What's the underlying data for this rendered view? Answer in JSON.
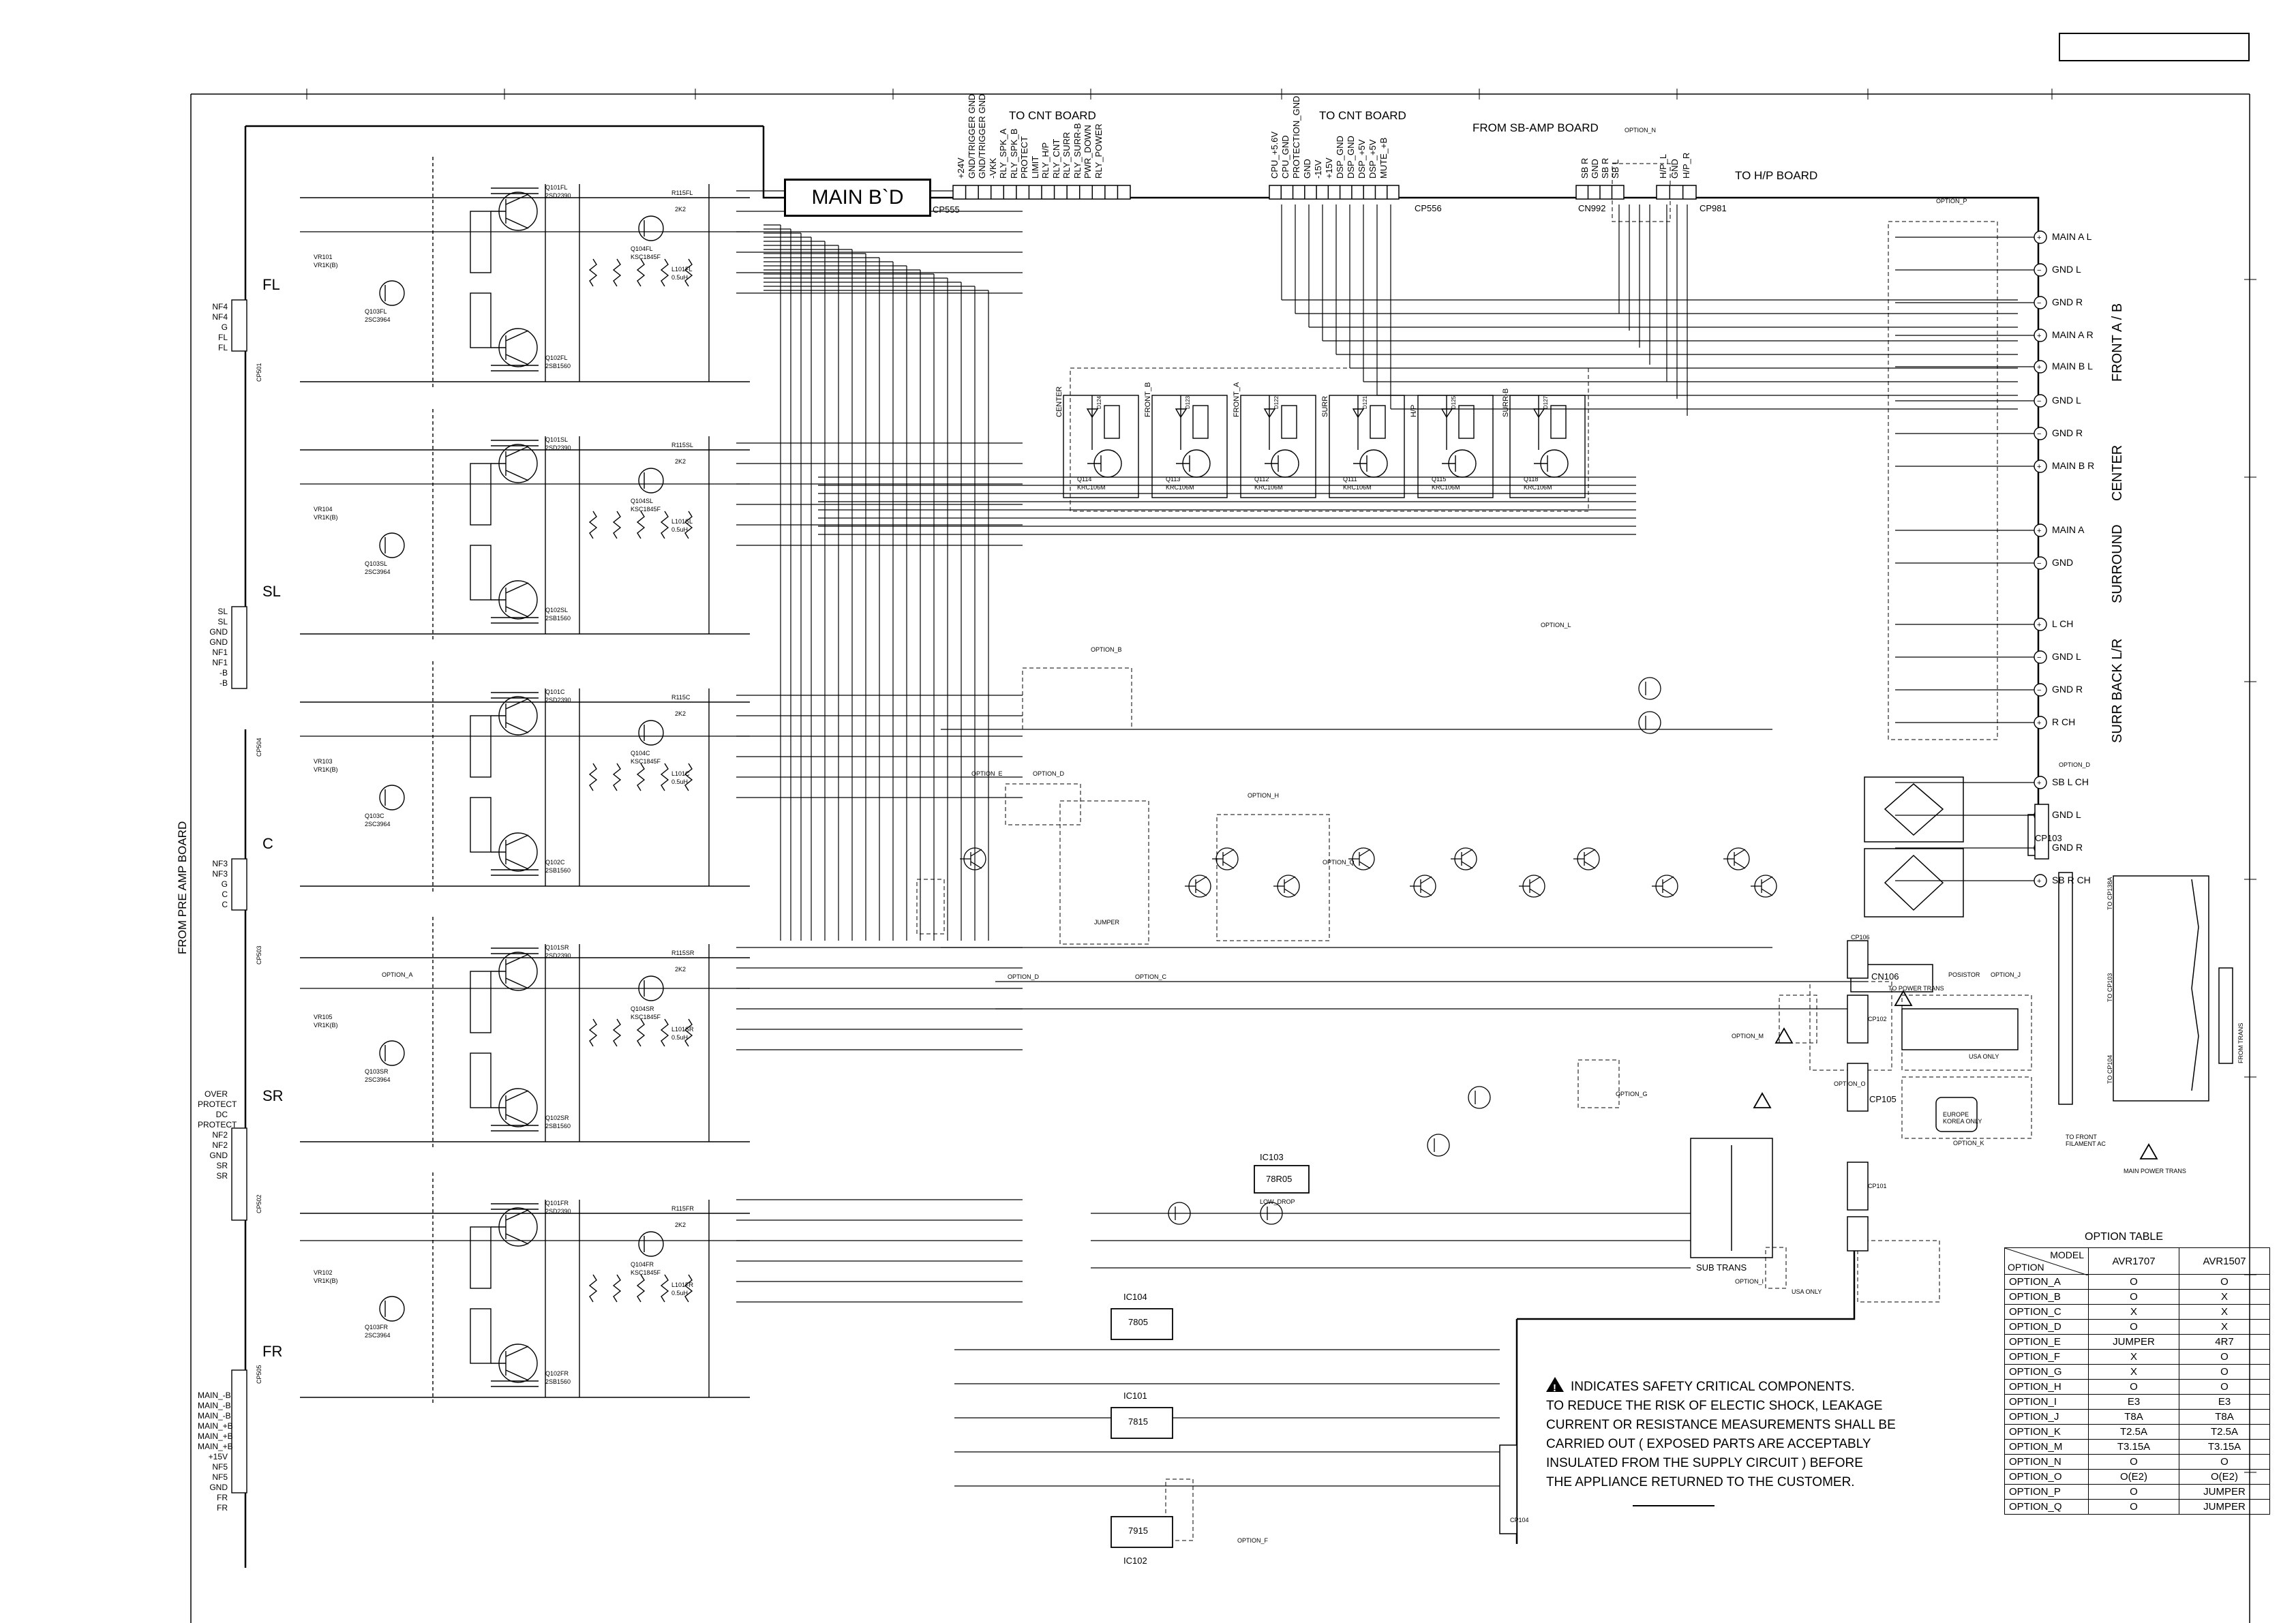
{
  "title_box": "",
  "main_board": "MAIN B`D",
  "side_label": "FROM PRE AMP BOARD",
  "top_labels": {
    "cnt_board_1": "TO CNT BOARD",
    "cnt_board_2": "TO CNT BOARD",
    "sb_amp": "FROM SB-AMP BOARD",
    "hp_board": "TO H/P BOARD",
    "option_n": "OPTION_N",
    "option_p": "OPTION_P"
  },
  "cp555_pins": [
    "+24V",
    "GND/TRIGGER GND",
    "GND/TRIGGER GND",
    "-VKK",
    "RLY_SPK_A",
    "RLY_SPK_B",
    "PROTECT",
    "LIMIT",
    "RLY_H/P",
    "RLY_CNT",
    "RLY_SURR",
    "RLY_SURR-B",
    "PWR_DOWN",
    "RLY_POWER"
  ],
  "cp556_pins": [
    "CPU_+5.6V",
    "CPU_GND",
    "PROTECTION_GND",
    "GND",
    "-15V",
    "+15V",
    "DSP_GND",
    "DSP_GND",
    "DSP_+5V",
    "DSP_+5V",
    "MUTE_+B"
  ],
  "cn992_pins": [
    "SB R",
    "GND",
    "SB R",
    "SB L"
  ],
  "cp981_pins": [
    "H/P_L",
    "GND",
    "H/P_R"
  ],
  "connectors": {
    "cp555": "CP555",
    "cp556": "CP556",
    "cn992": "CN992",
    "cp981": "CP981",
    "cp501": "CP501",
    "cp504": "CP504",
    "cp503": "CP503",
    "cp502": "CP502",
    "cp505": "CP505",
    "cp103": "CP103",
    "cp105": "CP105",
    "cp106": "CP106",
    "cp102": "CP102",
    "cp101": "CP101",
    "cp104": "CP104",
    "cn106": "CN106"
  },
  "left_pins": {
    "fl": [
      "NF4",
      "NF4",
      "G",
      "FL",
      "FL"
    ],
    "sl": [
      "SL",
      "SL",
      "GND",
      "GND",
      "NF1",
      "NF1",
      "-B",
      "-B"
    ],
    "c": [
      "NF3",
      "NF3",
      "G",
      "C",
      "C"
    ],
    "sr": [
      "OVER",
      "PROTECT",
      "DC",
      "PROTECT",
      "NF2",
      "NF2",
      "GND",
      "SR",
      "SR"
    ],
    "fr": [
      "MAIN_-B",
      "MAIN_-B",
      "MAIN_-B",
      "MAIN_+B",
      "MAIN_+B",
      "MAIN_+B",
      "+15V",
      "NF5",
      "NF5",
      "GND",
      "FR",
      "FR"
    ]
  },
  "channels": [
    {
      "name": "FL",
      "q_top": "Q101FL",
      "q_top_part": "2SD2390",
      "q_bot": "Q102FL",
      "q_bot_part": "2SB1560",
      "q_drv": "Q103FL",
      "q_drv_part": "2SC3964",
      "q_out": "Q104FL",
      "q_out_part": "KSC1845F",
      "r_out": "R115FL",
      "r_out_val": "2K2",
      "l_out": "L101FL",
      "l_val": "0.5uH",
      "vr": "VR101",
      "vr_val": "VR1K(B)"
    },
    {
      "name": "SL",
      "q_top": "Q101SL",
      "q_top_part": "2SD2390",
      "q_bot": "Q102SL",
      "q_bot_part": "2SB1560",
      "q_drv": "Q103SL",
      "q_drv_part": "2SC3964",
      "q_out": "Q104SL",
      "q_out_part": "KSC1845F",
      "r_out": "R115SL",
      "r_out_val": "2K2",
      "l_out": "L101SL",
      "l_val": "0.5uH",
      "vr": "VR104",
      "vr_val": "VR1K(B)"
    },
    {
      "name": "C",
      "q_top": "Q101C",
      "q_top_part": "2SD2390",
      "q_bot": "Q102C",
      "q_bot_part": "2SB1560",
      "q_drv": "Q103C",
      "q_drv_part": "2SC3964",
      "q_out": "Q104C",
      "q_out_part": "KSC1845F",
      "r_out": "R115C",
      "r_out_val": "2K2",
      "l_out": "L101C",
      "l_val": "0.5uH",
      "vr": "VR103",
      "vr_val": "VR1K(B)"
    },
    {
      "name": "SR",
      "q_top": "Q101SR",
      "q_top_part": "2SD2390",
      "q_bot": "Q102SR",
      "q_bot_part": "2SB1560",
      "q_drv": "Q103SR",
      "q_drv_part": "2SC3964",
      "q_out": "Q104SR",
      "q_out_part": "KSC1845F",
      "r_out": "R115SR",
      "r_out_val": "2K2",
      "l_out": "L101SR",
      "l_val": "0.5uH",
      "vr": "VR105",
      "vr_val": "VR1K(B)"
    },
    {
      "name": "FR",
      "q_top": "Q101FR",
      "q_top_part": "2SD2390",
      "q_bot": "Q102FR",
      "q_bot_part": "2SB1560",
      "q_drv": "Q103FR",
      "q_drv_part": "2SC3964",
      "q_out": "Q104FR",
      "q_out_part": "KSC1845F",
      "r_out": "R115FR",
      "r_out_val": "2K2",
      "l_out": "L101FR",
      "l_val": "0.5uH",
      "vr": "VR102",
      "vr_val": "VR1K(B)"
    }
  ],
  "relays": [
    {
      "name": "CENTER",
      "q": "Q114",
      "part": "KRC106M",
      "d": "D124"
    },
    {
      "name": "FRONT_B",
      "q": "Q113",
      "part": "KRC106M",
      "d": "D123"
    },
    {
      "name": "FRONT_A",
      "q": "Q112",
      "part": "KRC106M",
      "d": "D122"
    },
    {
      "name": "SURR",
      "q": "Q111",
      "part": "KRC106M",
      "d": "D121"
    },
    {
      "name": "H/P",
      "q": "Q115",
      "part": "KRC106M",
      "d": "D125"
    },
    {
      "name": "SURR-B",
      "q": "Q118",
      "part": "KRC106M",
      "d": "D127"
    }
  ],
  "right_terminals": [
    {
      "label": "MAIN A L"
    },
    {
      "label": "GND L"
    },
    {
      "label": "GND R"
    },
    {
      "label": "MAIN A R"
    },
    {
      "label": "MAIN B L"
    },
    {
      "label": "GND L"
    },
    {
      "label": "GND R"
    },
    {
      "label": "MAIN B R"
    },
    {
      "label": "MAIN A"
    },
    {
      "label": "GND"
    },
    {
      "label": "L CH"
    },
    {
      "label": "GND L"
    },
    {
      "label": "GND R"
    },
    {
      "label": "R CH"
    },
    {
      "label": "SB L CH"
    },
    {
      "label": "GND L"
    },
    {
      "label": "GND R"
    },
    {
      "label": "SB R CH"
    }
  ],
  "groups": {
    "front_ab": "FRONT A / B",
    "center": "CENTER",
    "surround": "SURROUND",
    "surr_back": "SURR BACK L/R"
  },
  "ics": {
    "ic103": "IC103",
    "ic103_part": "78R05",
    "ic103_note": "LOW_DROP",
    "ic104": "IC104",
    "ic104_part": "7805",
    "ic101": "IC101",
    "ic101_part": "7815",
    "ic102": "IC102",
    "ic102_part": "7915"
  },
  "misc_labels": {
    "sub_trans": "SUB TRANS",
    "to_power_trans": "TO POWER TRANS",
    "usa_only_1": "USA ONLY",
    "usa_only_2": "USA ONLY",
    "europe_korea": "EUROPE KOREA ONLY",
    "to_cp103": "TO CP103",
    "to_cp104": "TO CP104",
    "to_cp138a": "TO CP138A",
    "from_trans": "FROM TRANS",
    "to_front": "TO FRONT FILAMENT AC",
    "main_power_trans": "MAIN POWER TRANS",
    "posistor": "POSISTOR",
    "jumper": "JUMPER",
    "option_a": "OPTION_A",
    "option_b": "OPTION_B",
    "option_c": "OPTION_C",
    "option_d": "OPTION_D",
    "option_e": "OPTION_E",
    "option_f": "OPTION_F",
    "option_g": "OPTION_G",
    "option_h": "OPTION_H",
    "option_i": "OPTION_I",
    "option_j": "OPTION_J",
    "option_k": "OPTION_K",
    "option_l": "OPTION_L",
    "option_m": "OPTION_M",
    "option_o": "OPTION_O",
    "option_q": "OPTION_Q"
  },
  "safety_text": [
    "INDICATES SAFETY CRITICAL COMPONENTS.",
    "TO REDUCE THE RISK OF ELECTIC SHOCK, LEAKAGE",
    "CURRENT OR RESISTANCE MEASUREMENTS SHALL BE",
    "CARRIED OUT ( EXPOSED PARTS ARE ACCEPTABLY",
    "INSULATED FROM THE SUPPLY CIRCUIT ) BEFORE",
    "THE APPLIANCE RETURNED TO THE CUSTOMER."
  ],
  "option_table": {
    "title": "OPTION TABLE",
    "header_model": "MODEL",
    "header_option": "OPTION",
    "col1": "AVR1707",
    "col2": "AVR1507",
    "rows": [
      [
        "OPTION_A",
        "O",
        "O"
      ],
      [
        "OPTION_B",
        "O",
        "X"
      ],
      [
        "OPTION_C",
        "X",
        "X"
      ],
      [
        "OPTION_D",
        "O",
        "X"
      ],
      [
        "OPTION_E",
        "JUMPER",
        "4R7"
      ],
      [
        "OPTION_F",
        "X",
        "O"
      ],
      [
        "OPTION_G",
        "X",
        "O"
      ],
      [
        "OPTION_H",
        "O",
        "O"
      ],
      [
        "OPTION_I",
        "E3",
        "E3"
      ],
      [
        "OPTION_J",
        "T8A",
        "T8A"
      ],
      [
        "OPTION_K",
        "T2.5A",
        "T2.5A"
      ],
      [
        "OPTION_M",
        "T3.15A",
        "T3.15A"
      ],
      [
        "OPTION_N",
        "O",
        "O"
      ],
      [
        "OPTION_O",
        "O(E2)",
        "O(E2)"
      ],
      [
        "OPTION_P",
        "O",
        "JUMPER"
      ],
      [
        "OPTION_Q",
        "O",
        "JUMPER"
      ]
    ]
  }
}
